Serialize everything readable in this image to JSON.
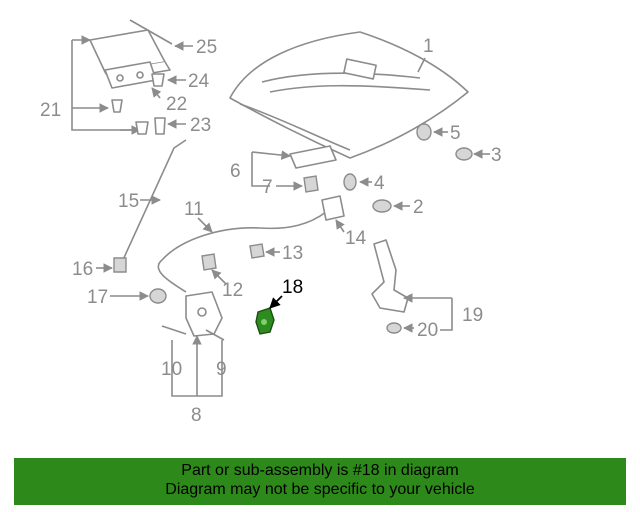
{
  "callouts": {
    "c1": "1",
    "c2": "2",
    "c3": "3",
    "c4": "4",
    "c5": "5",
    "c6": "6",
    "c7": "7",
    "c8": "8",
    "c9": "9",
    "c10": "10",
    "c11": "11",
    "c12": "12",
    "c13": "13",
    "c14": "14",
    "c15": "15",
    "c16": "16",
    "c17": "17",
    "c18": "18",
    "c19": "19",
    "c20": "20",
    "c21": "21",
    "c22": "22",
    "c23": "23",
    "c24": "24",
    "c25": "25"
  },
  "highlight": {
    "part": "18",
    "color": "#2e8b1f"
  },
  "banner": {
    "line1": "Part or sub-assembly is #18 in diagram",
    "line2": "Diagram may not be specific to your vehicle",
    "background": "#2d8a1a"
  }
}
